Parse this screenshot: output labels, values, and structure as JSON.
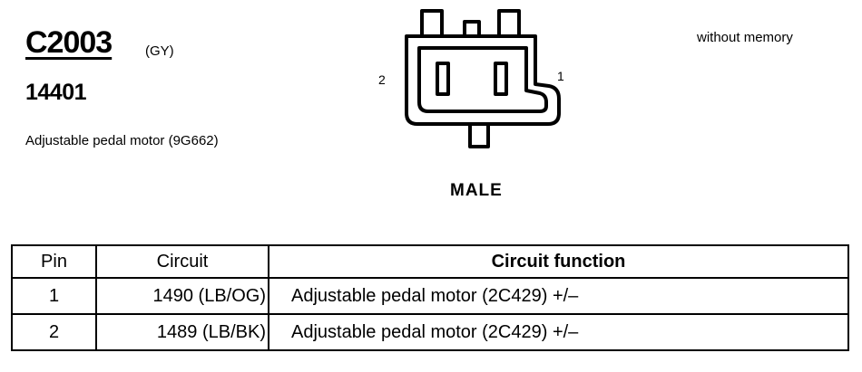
{
  "header": {
    "connector_id": "C2003",
    "color_code": "(GY)",
    "part_number": "14401",
    "description": "Adjustable pedal motor (9G662)",
    "variant": "without memory"
  },
  "diagram": {
    "pin_labels": [
      "2",
      "1"
    ],
    "gender": "MALE"
  },
  "table": {
    "columns": [
      "Pin",
      "Circuit",
      "Circuit function"
    ],
    "rows": [
      {
        "pin": "1",
        "circuit": "1490 (LB/OG)",
        "function": "Adjustable pedal motor (2C429) +/–"
      },
      {
        "pin": "2",
        "circuit": "1489 (LB/BK)",
        "function": "Adjustable pedal motor (2C429) +/–"
      }
    ]
  }
}
